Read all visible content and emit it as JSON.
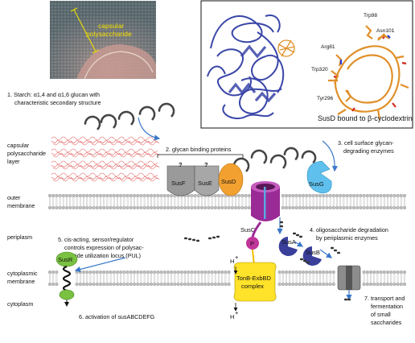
{
  "micrograph": {
    "label_line1": "capsular",
    "label_line2": "polysaccharide"
  },
  "structure_panel": {
    "caption": "SusD bound to β-cyclodextrin",
    "residues": [
      "Trp98",
      "Asn101",
      "Arg81",
      "Trp320",
      "Tyr296"
    ]
  },
  "layers": {
    "capsular": [
      "capsular",
      "polysaccharide",
      "layer"
    ],
    "outer": [
      "outer",
      "membrane"
    ],
    "periplasm": "periplasm",
    "cytoplasmic": [
      "cytoplasmic",
      "membrane"
    ],
    "cytoplasm": "cytoplasm"
  },
  "steps": {
    "s1": [
      "1. Starch: α1,4 and α1,6 glucan with",
      "characteristic secondary structure"
    ],
    "s2": "2. glycan binding proteins",
    "s3": [
      "3. cell surface glycan-",
      "degrading enzymes"
    ],
    "s4": [
      "4. oligosaccharide degradation",
      "by periplasmic enzymes"
    ],
    "s5": [
      "5. cis-acting, sensor/regulator",
      "controls expression of polysac-",
      "charide utilization locus (PUL)"
    ],
    "s6": "6. activation of susABCDEFG",
    "s7": [
      "7. transport and",
      "fermentation",
      "of small",
      "saccharides"
    ]
  },
  "proteins": {
    "susF": "SusF",
    "susE": "SusE",
    "susD": "SusD",
    "susG": "SusG",
    "susC": "SusC",
    "susA": "SusA",
    "susB": "SusB",
    "susR": "SusR",
    "p": "P",
    "unknown": "?",
    "tonb": [
      "TonB-ExbBD",
      "complex"
    ],
    "hplus": "H",
    "plus": "+"
  },
  "colors": {
    "susG": "#5fc0ee",
    "susD": "#f2a030",
    "susFE": "#9a9a9a",
    "susC": "#9a2a96",
    "susAB": "#3a3f9a",
    "susR": "#7ac142",
    "tonb": "#ffe22a",
    "arrow": "#3a78c9",
    "capsule": "#e05050",
    "helix": "#3a46a8",
    "ligand": "#e0902a"
  }
}
